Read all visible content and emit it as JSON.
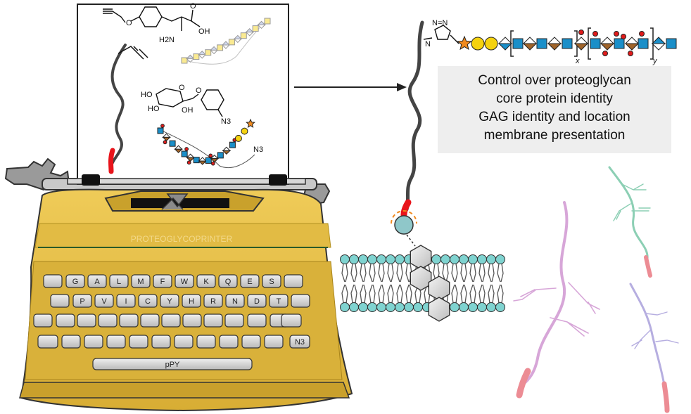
{
  "typewriter": {
    "brand_label": "PROTEOGLYCOPRINTER",
    "space_key_label": "pPY",
    "rows": [
      [
        "G",
        "A",
        "L",
        "M",
        "F",
        "W",
        "K",
        "Q",
        "E",
        "S"
      ],
      [
        "P",
        "V",
        "I",
        "C",
        "Y",
        "H",
        "R",
        "N",
        "D",
        "T"
      ]
    ],
    "azide_key_label": "N3"
  },
  "paper": {
    "labels": {
      "amine": "H2N",
      "acid_oh": "OH",
      "carbonyl_o": "O",
      "ether_o": "O",
      "ho1": "HO",
      "ho2": "HO",
      "oh_ring": "OH",
      "ring_o": "O",
      "aryl_o": "O",
      "azide": "N3",
      "chain_azide": "N3"
    }
  },
  "product": {
    "triazole_n1": "N",
    "triazole_n2": "N=N",
    "subscript_x": "x",
    "subscript_y": "y"
  },
  "callout": {
    "lines": [
      "Control over proteoglycan",
      "core protein identity",
      "GAG identity and location",
      "membrane presentation"
    ]
  },
  "colors": {
    "typewriter_body": "#e9c24a",
    "typewriter_dark": "#c9a12c",
    "key_fill": "#d9d9d9",
    "protein_strand": "#444444",
    "anchor_red": "#e8141b",
    "gal_yellow": "#f5d20f",
    "glcnac_blue": "#1a8fc9",
    "iduA_brown": "#a0642a",
    "sulfate_red": "#e01b1b",
    "xyl_orange": "#f08a1e",
    "lipid_head": "#7fd3d0",
    "callout_bg": "#eeeeee",
    "faded_green": "#8ccfb4",
    "faded_pink": "#d7a6d8",
    "faded_lavender": "#b6aee0"
  }
}
